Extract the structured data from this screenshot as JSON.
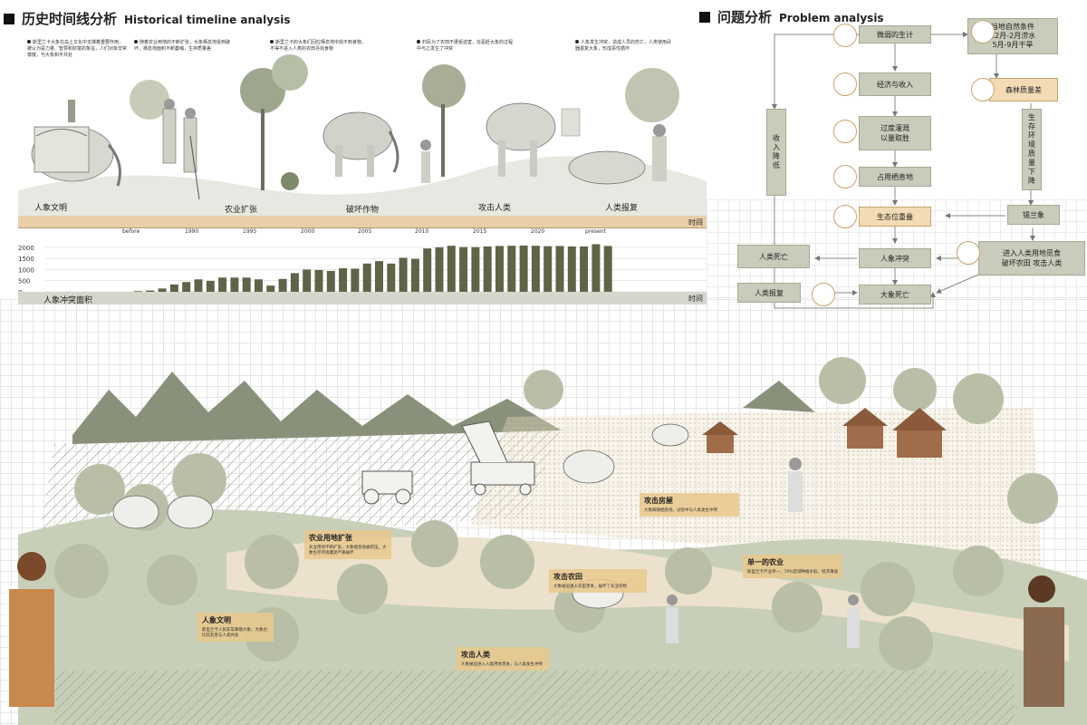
{
  "history": {
    "title_cn": "历史时间线分析",
    "title_en": "Historical timeline analysis",
    "notes": [
      "斯里兰卡大象在岛上文化中支撑着重要作用，被认为是力量、智慧和财富的象征，人们对象非常尊敬，与大象和平共处",
      "随着农业用地的不断扩张，大象栖息地受到破坏，栖息地面积不断萎缩，生存质量差",
      "斯里兰卡的大象们回应栖息地中找不到食物，不得不进入人类的农田寻找食物",
      "村民为了农田不遭受迫害，在驱赶大象的过程中与之发生了冲突",
      "人象发生冲突，造成人员的伤亡，人类使用武器报复大象，形成恶性循环"
    ],
    "stages": [
      "人象文明",
      "农业扩张",
      "破坏作物",
      "攻击人类",
      "人类报复"
    ],
    "time_label": "时间",
    "years": [
      "before",
      "1990",
      "1995",
      "2000",
      "2005",
      "2010",
      "2015",
      "2020",
      "present"
    ]
  },
  "chart_data": {
    "type": "bar",
    "title": "人象冲突面积",
    "xlabel": "时间",
    "ylabel": "",
    "yticks": [
      "2000",
      "1500",
      "1000",
      "500",
      "0"
    ],
    "ylim": [
      0,
      2200
    ],
    "values": [
      30,
      60,
      150,
      330,
      440,
      560,
      490,
      640,
      640,
      640,
      560,
      280,
      580,
      840,
      1000,
      980,
      940,
      1060,
      1040,
      1270,
      1380,
      1270,
      1530,
      1480,
      1950,
      2000,
      2070,
      2010,
      2010,
      2040,
      2060,
      2070,
      2080,
      2070,
      2050,
      2060,
      2040,
      2040,
      2140,
      2060
    ]
  },
  "problem": {
    "title_cn": "问题分析",
    "title_en": "Problem analysis",
    "nodes": {
      "livelihood": "微弱的生计",
      "economy": "经济与收入",
      "overgrazing": "过度灌溉\n以量取胜",
      "occupy": "占用栖息地",
      "overlap": "生态位重叠",
      "conflict": "人象冲突",
      "human_death": "人类死亡",
      "revenge": "人类报复",
      "elephant_death": "大象死亡",
      "income_drop": "收入降低",
      "natural": "当地自然条件\n12月-2月涝水\n5月-9月干旱",
      "forest": "森林质量差",
      "env_drop": "生存环境质量下降",
      "lanka_elephant": "锡兰象",
      "enter": "进入人类用地觅食\n破坏农田  攻击人类"
    }
  },
  "captions": [
    {
      "title": "攻击房屋",
      "desc": "大象踩踏栖息地，过程中与人类发生冲突"
    },
    {
      "title": "农业用地扩张",
      "desc": "农业用地不断扩张，大象栖息地被挤压，大象生存环境遭受严重破坏"
    },
    {
      "title": "攻击农田",
      "desc": "大象被迫进入农田觅食，破坏了农业作物"
    },
    {
      "title": "单一的农业",
      "desc": "斯里兰卡产业单一，70%区域种植水稻，经济薄弱"
    },
    {
      "title": "人象文明",
      "desc": "斯里兰卡人民非常尊敬大象，大象也比较友善与人类共处"
    },
    {
      "title": "攻击人类",
      "desc": "大象被迫进入人类用地觅食，与人类发生冲突"
    }
  ],
  "colors": {
    "accent_tan": "#e9c88c",
    "node_gray": "#c9cbbb",
    "bar_dark": "#5e6447",
    "tree_green": "#b8bfa6",
    "mountain": "#8a917b"
  }
}
